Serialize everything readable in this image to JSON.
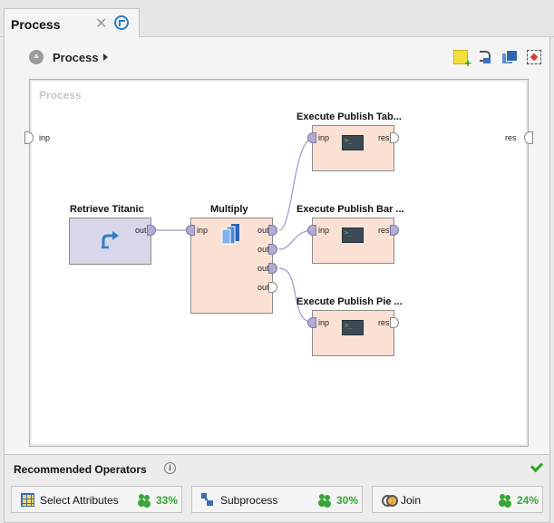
{
  "tab": {
    "title": "Process"
  },
  "breadcrumb": {
    "label": "Process"
  },
  "toolbar": {
    "icons": [
      "add-note-icon",
      "auto-wire-icon",
      "layers-icon",
      "fit-view-icon"
    ]
  },
  "canvas": {
    "label": "Process",
    "left_port": "inp",
    "right_port": "res"
  },
  "operators": {
    "retrieve": {
      "title": "Retrieve Titanic",
      "out": "out"
    },
    "multiply": {
      "title": "Multiply",
      "inp": "inp",
      "outs": [
        "out",
        "out",
        "out",
        "out"
      ]
    },
    "publish_table": {
      "title": "Execute Publish Tab...",
      "inp": "inp",
      "res": "res"
    },
    "publish_bar": {
      "title": "Execute Publish Bar ...",
      "inp": "inp",
      "res": "res"
    },
    "publish_pie": {
      "title": "Execute Publish Pie ...",
      "inp": "inp",
      "res": "res"
    }
  },
  "recommended": {
    "title": "Recommended Operators",
    "items": [
      {
        "name": "Select Attributes",
        "percent": "33%"
      },
      {
        "name": "Subprocess",
        "percent": "30%"
      },
      {
        "name": "Join",
        "percent": "24%"
      }
    ]
  },
  "colors": {
    "operator_fill": "#fbe1d4",
    "retrieve_fill": "#d8d6e9",
    "port_fill": "#b1acd4",
    "wire": "#9f94c9",
    "recommend_green": "#3aa53a"
  }
}
